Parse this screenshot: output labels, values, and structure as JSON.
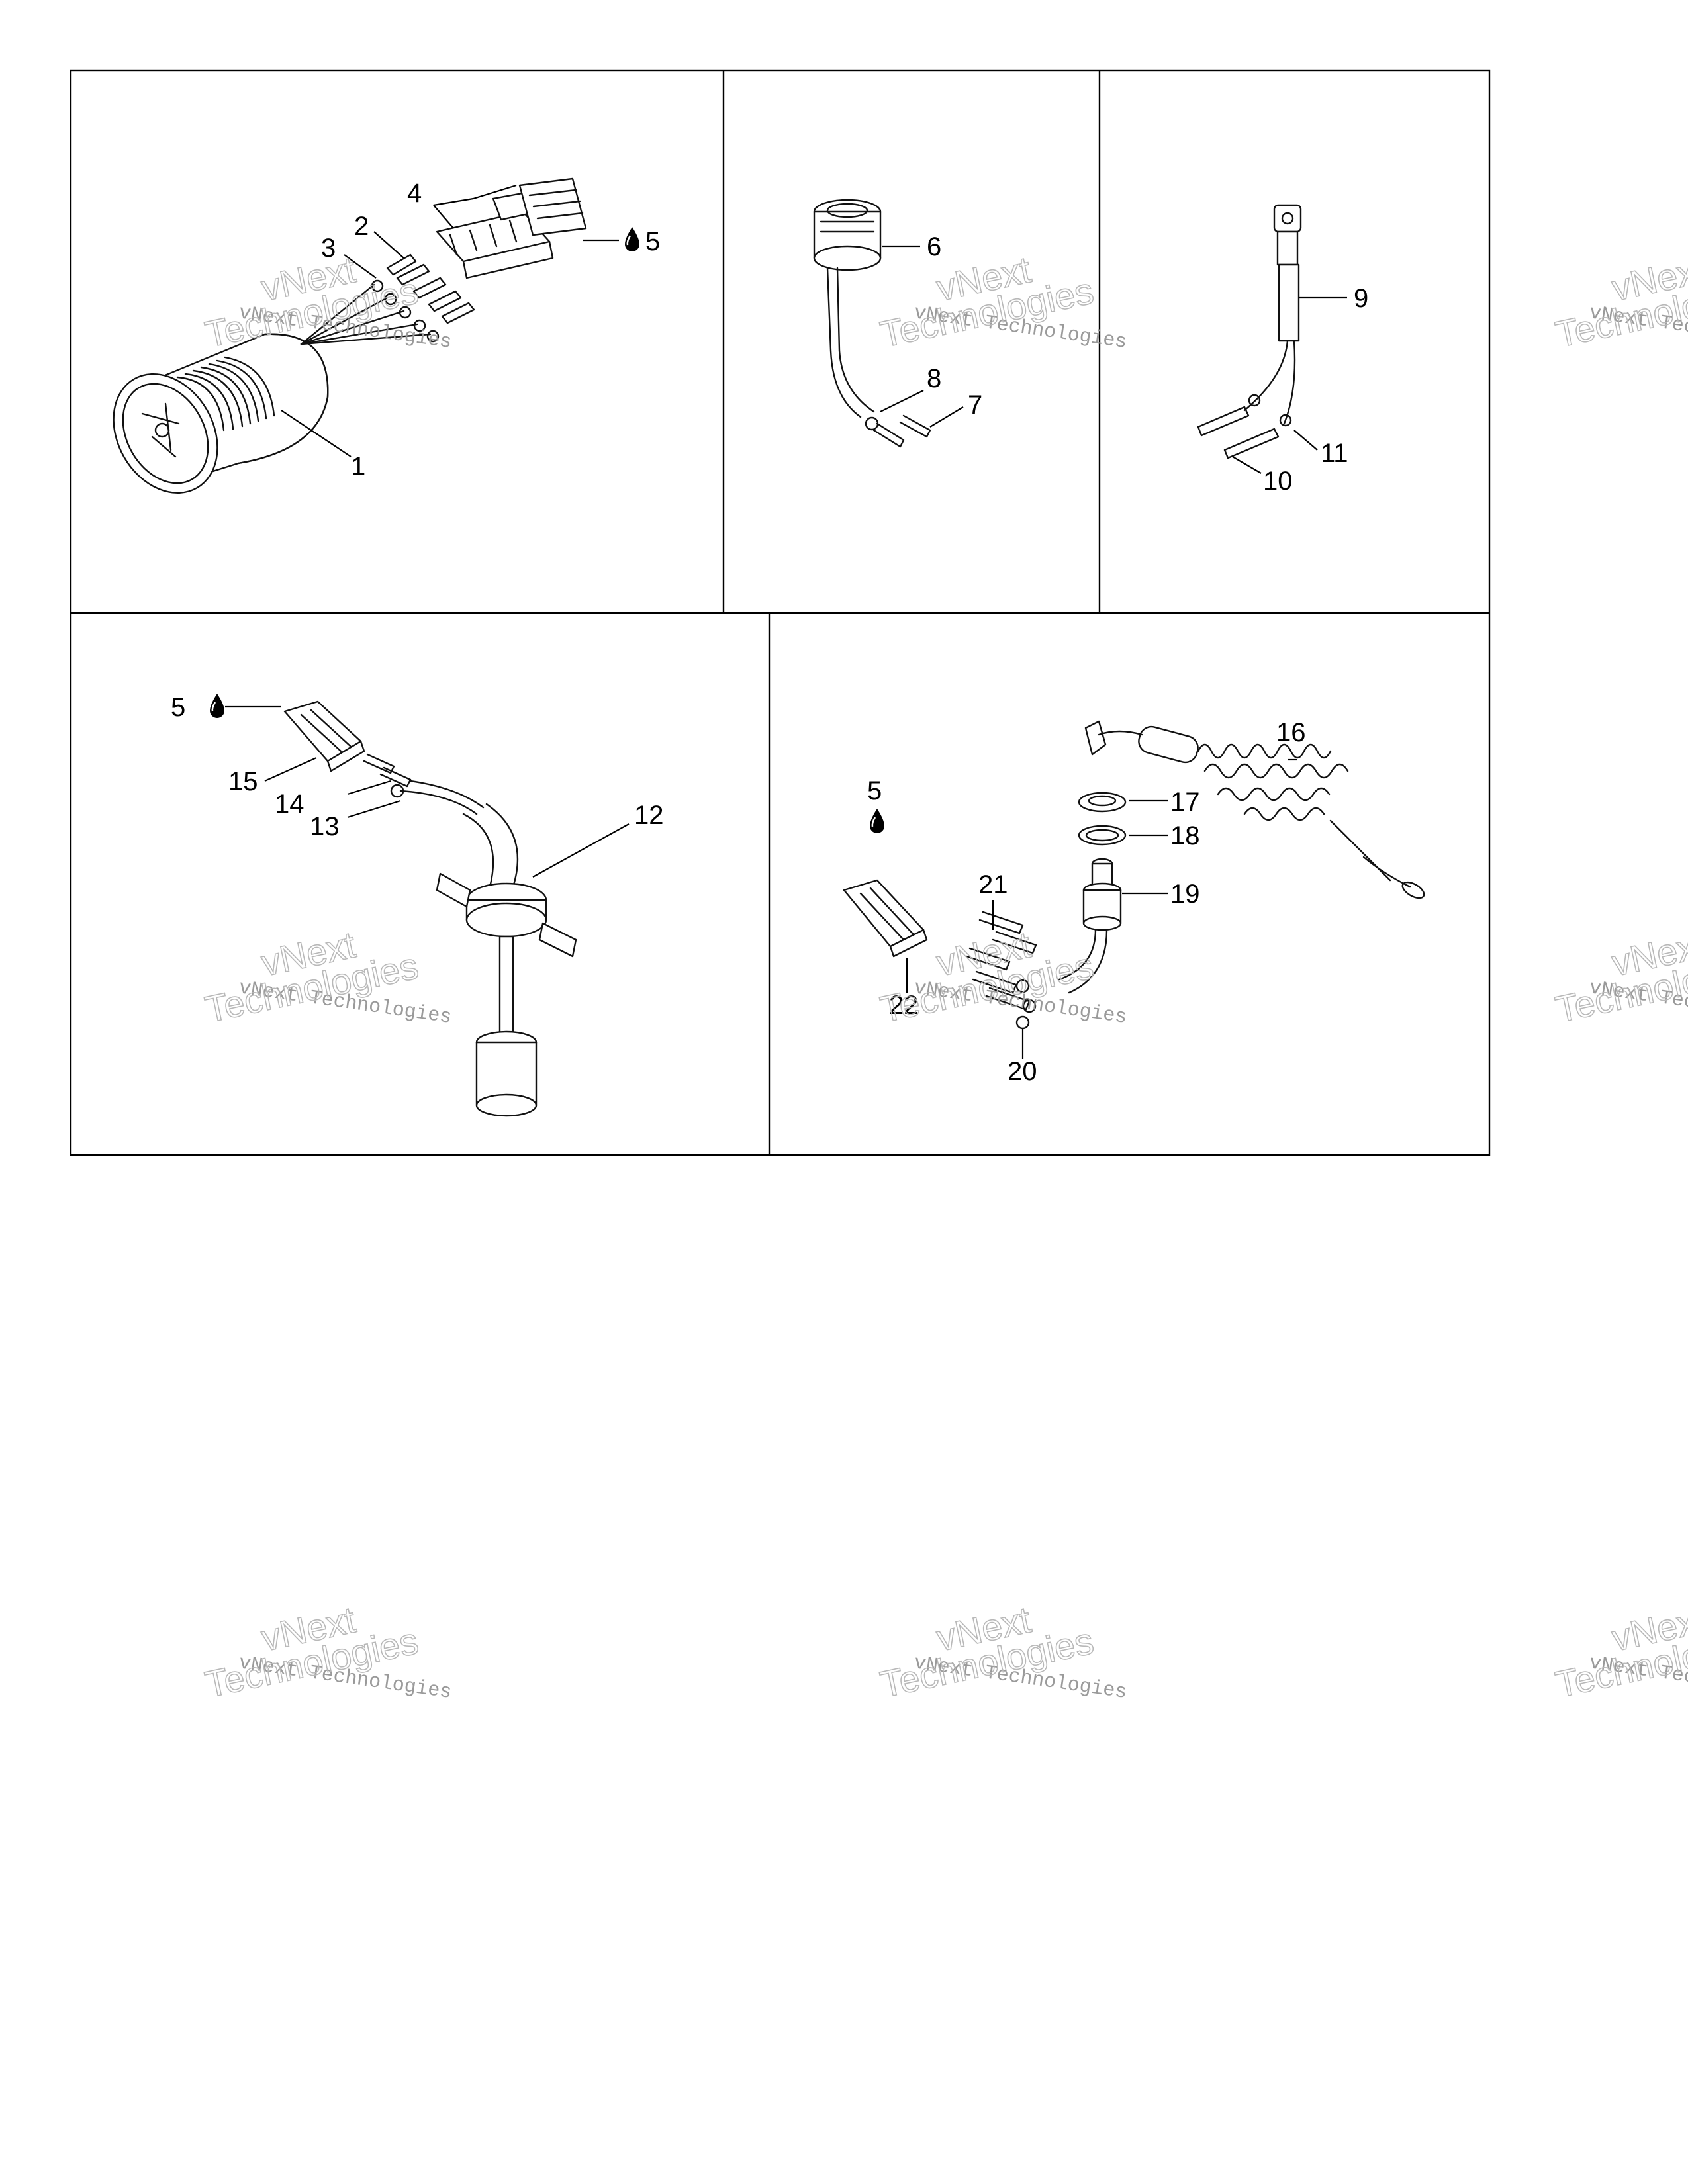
{
  "diagram": {
    "callouts": [
      "1",
      "2",
      "3",
      "4",
      "5",
      "6",
      "7",
      "8",
      "9",
      "10",
      "11",
      "12",
      "13",
      "14",
      "15",
      "16",
      "17",
      "18",
      "19",
      "20",
      "21",
      "22"
    ],
    "sealant_icon": "oil-drop-icon",
    "watermark": {
      "line1": "vNext Technologies",
      "line2": "vNext",
      "line3": "Technologies"
    }
  }
}
